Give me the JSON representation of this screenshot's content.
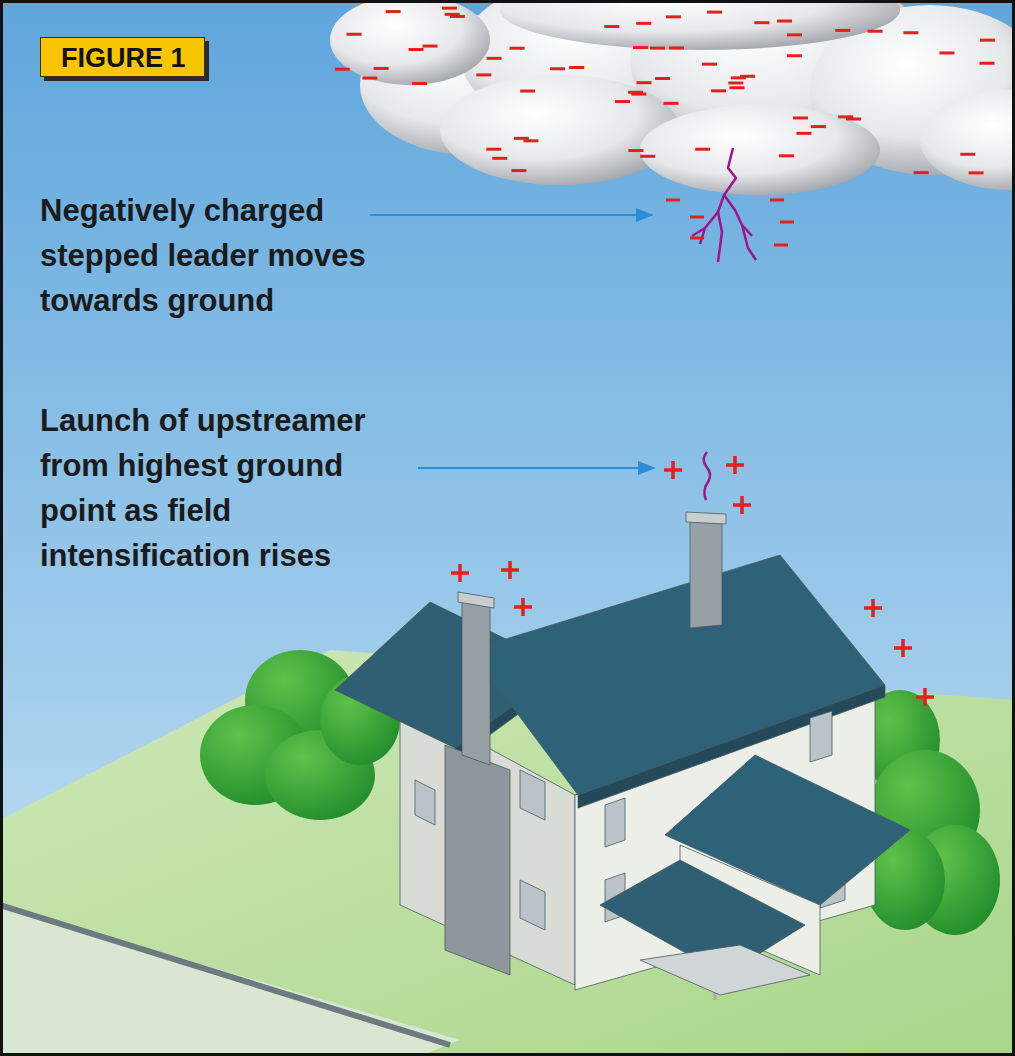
{
  "diagram": {
    "nodes": [
      {
        "text": [
          "FIGURE 1"
        ]
      }
    ],
    "labels": [
      "Negatively charged stepped leader moves towards ground",
      "Launch of upstreamer from highest ground point as field intensification rises"
    ]
  }
}
